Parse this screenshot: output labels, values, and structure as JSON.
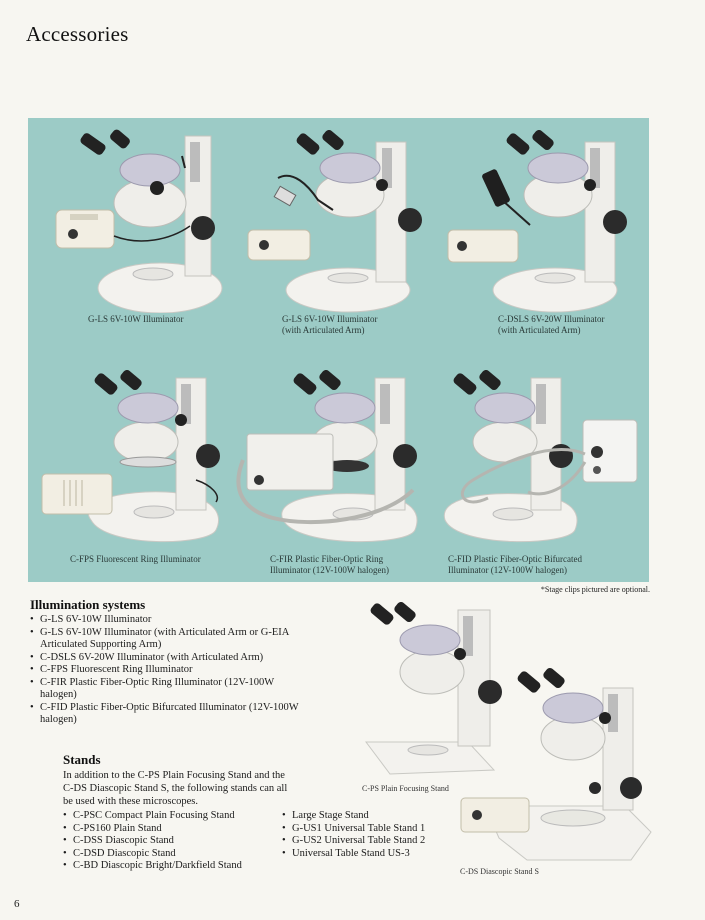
{
  "page_title": "Accessories",
  "panel": {
    "captions": [
      {
        "lines": [
          "G-LS 6V-10W Illuminator"
        ]
      },
      {
        "lines": [
          "G-LS 6V-10W Illuminator",
          "(with Articulated Arm)"
        ]
      },
      {
        "lines": [
          "C-DSLS 6V-20W Illuminator",
          "(with Articulated Arm)"
        ]
      },
      {
        "lines": [
          "C-FPS Fluorescent Ring Illuminator"
        ]
      },
      {
        "lines": [
          "C-FIR Plastic Fiber-Optic Ring",
          "Illuminator (12V-100W halogen)"
        ]
      },
      {
        "lines": [
          "C-FID Plastic Fiber-Optic Bifurcated",
          "Illuminator (12V-100W halogen)"
        ]
      }
    ]
  },
  "stage_note": "*Stage clips pictured are optional.",
  "illumination": {
    "title": "Illumination systems",
    "items": [
      "G-LS 6V-10W Illuminator",
      "G-LS 6V-10W Illuminator (with Articulated Arm or G-EIA",
      "Articulated Supporting Arm)",
      "C-DSLS 6V-20W Illuminator (with Articulated Arm)",
      "C-FPS Fluorescent Ring Illuminator",
      "C-FIR Plastic Fiber-Optic Ring Illuminator (12V-100W",
      "halogen)",
      "C-FID Plastic Fiber-Optic Bifurcated Illuminator (12V-100W",
      "halogen)"
    ]
  },
  "stands": {
    "title": "Stands",
    "intro_lines": [
      "In addition to the C-PS Plain Focusing Stand and the",
      "C-DS Diascopic Stand S, the following stands can all",
      "be used with these microscopes."
    ],
    "left_items": [
      "C-PSC Compact Plain Focusing Stand",
      "C-PS160 Plain Stand",
      "C-DSS Diascopic Stand",
      "C-DSD Diascopic Stand",
      "C-BD Diascopic Bright/Darkfield Stand"
    ],
    "right_items": [
      "Large Stage Stand",
      "G-US1 Universal Table Stand 1",
      "G-US2 Universal Table Stand 2",
      "Universal Table Stand US-3"
    ]
  },
  "photo_captions": {
    "cps": "C-PS Plain Focusing Stand",
    "cds": "C-DS Diascopic Stand S"
  },
  "page_number": "6",
  "colors": {
    "panel": "#9ccbc6",
    "instrument_white": "#f1f0ec",
    "knob": "#2a2a2a",
    "head_lavender": "#c9c6d6"
  }
}
